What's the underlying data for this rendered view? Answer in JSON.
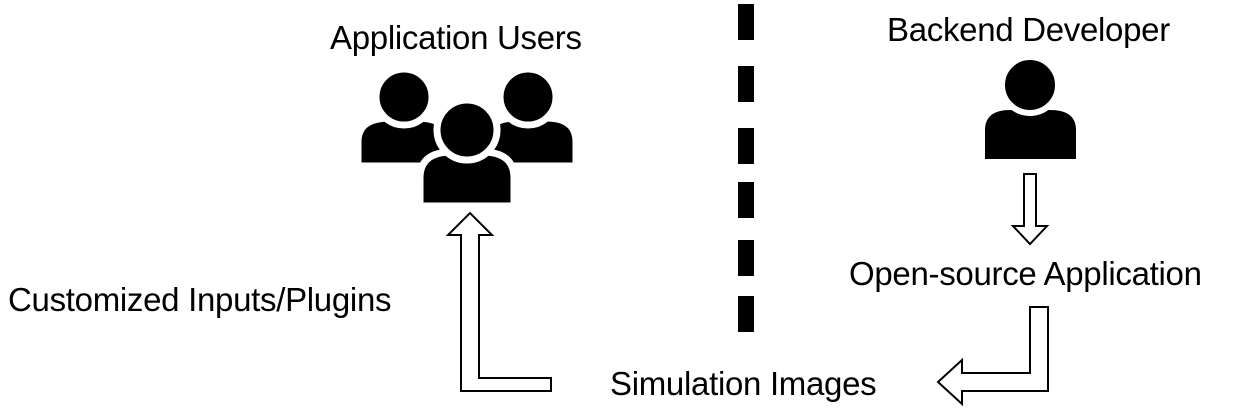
{
  "actors": {
    "app_users_label": "Application Users",
    "backend_dev_label": "Backend Developer"
  },
  "nodes": {
    "open_source_label": "Open-source Application",
    "simulation_images_label": "Simulation Images",
    "customized_inputs_label": "Customized Inputs/Plugins"
  },
  "icons": {
    "app_users": "users-group-icon",
    "backend_dev": "user-icon"
  },
  "colors": {
    "ink": "#000000",
    "background": "#ffffff"
  }
}
